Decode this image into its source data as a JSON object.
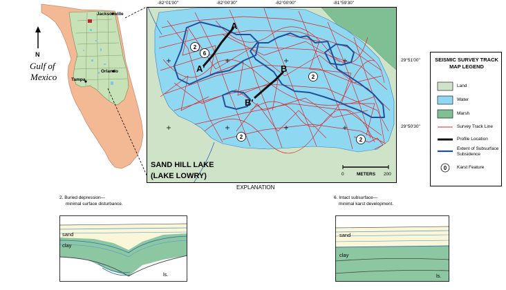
{
  "inset": {
    "north_label": "N",
    "gulf_line1": "Gulf of",
    "gulf_line2": "Mexico",
    "cities": [
      "Jacksonville",
      "Orlando",
      "Tampa"
    ]
  },
  "map": {
    "coords_top": [
      "-82°01'00\"",
      "-82°00'30\"",
      "-82°00'00\"",
      "-81°59'30\""
    ],
    "coords_right": [
      "29°51'00\"",
      "29°50'30\""
    ],
    "lake_name_line1": "SAND HILL LAKE",
    "lake_name_line2": "(LAKE LOWRY)",
    "scale_start": "0",
    "scale_units": "METERS",
    "scale_end": "200",
    "profile_labels": [
      "A",
      "A'",
      "B",
      "B'"
    ],
    "karst_features": [
      "2",
      "6",
      "2",
      "2",
      "2"
    ]
  },
  "explanation_label": "EXPLANATION",
  "legend": {
    "title_line1": "SEISMIC SURVEY TRACK",
    "title_line2": "MAP LEGEND",
    "land": "Land",
    "water": "Water",
    "marsh": "Marsh",
    "track": "Survey Track Line",
    "profile": "Profile Location",
    "extent_line1": "Extent of Subsurface",
    "extent_line2": "Subsidence",
    "karst": "Karst Feature",
    "karst_symbol": "0"
  },
  "panels": {
    "left": {
      "caption_line1": "2. Buried depression—",
      "caption_line2": "minimal surface disturbance.",
      "sand": "sand",
      "clay": "clay",
      "ls": "ls."
    },
    "right": {
      "caption_line1": "6. Intact subsurface—",
      "caption_line2": "minimal karst development.",
      "sand": "sand",
      "clay": "clay",
      "ls": "ls."
    }
  },
  "colors": {
    "land": "#cfe3c8",
    "water": "#8fd8f2",
    "marsh": "#7fbf93",
    "florida": "#f3b894",
    "track": "#d9252a",
    "subsidence": "#1f4f9e",
    "profile": "#111111"
  }
}
